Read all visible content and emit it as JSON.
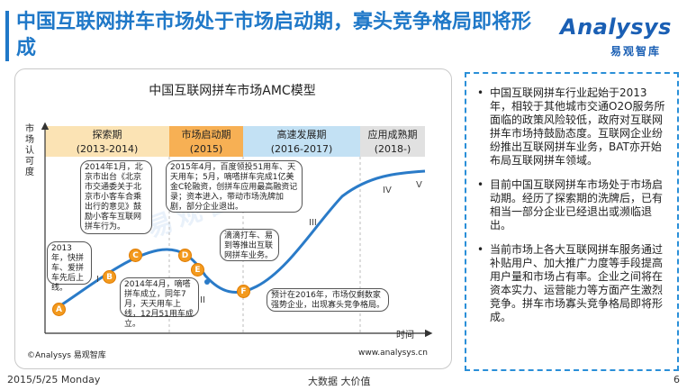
{
  "title": "中国互联网拼车市场处于市场启动期，寡头竞争格局即将形成",
  "logo": {
    "mark": "Analysys",
    "sub": "易观智库"
  },
  "chart": {
    "title": "中国互联网拼车市场AMC模型",
    "y_axis_label": "市场认可度",
    "x_axis_label": "时间",
    "watermark": "易观智库",
    "copyright": "©Analysys 易观智库",
    "website": "www.analysys.cn",
    "stages": [
      {
        "name": "探索期",
        "period": "(2013-2014)",
        "color": "#fbe3b4"
      },
      {
        "name": "市场启动期",
        "period": "(2015)",
        "color": "#f7b054"
      },
      {
        "name": "高速发展期",
        "period": "(2016-2017)",
        "color": "#c3e1f4"
      },
      {
        "name": "应用成熟期",
        "period": "(2018-)",
        "color": "#e1e1e1"
      }
    ],
    "roman_labels": [
      "I",
      "II",
      "III",
      "IV",
      "V"
    ],
    "markers": [
      "A",
      "B",
      "C",
      "D",
      "E",
      "F"
    ],
    "annotations": {
      "a": "2013年，快拼车、爱拼车先后上线。",
      "b": "2014年1月，北京市出台《北京市交通委关于北京市小客车合乘出行的意见》鼓励小客车互联网拼车行为。",
      "c": "2014年4月，嘀嗒拼车成立，同年7月，天天用车上线，12月51用车成立。",
      "d": "2015年4月，百度领投51用车、天天用车；5月，嘀嗒拼车完成1亿美金C轮融资，创拼车应用最高融资记录；资本进入，带动市场洗牌加剧，部分企业退出。",
      "e": "滴滴打车、易到等推出互联网拼车业务。",
      "f": "预计在2016年，市场仅剩数家强势企业，出现寡头竞争格局。"
    },
    "colors": {
      "curve": "#2a7bc8",
      "marker": "#f39a1e"
    }
  },
  "bullets": [
    "中国互联网拼车行业起始于2013年，相较于其他城市交通O2O服务所面临的政策风险较低，政府对互联网拼车市场持鼓励态度。互联网企业纷纷推出互联网拼车业务，BAT亦开始布局互联网拼车领域。",
    "目前中国互联网拼车市场处于市场启动期。经历了探索期的洗牌后，已有相当一部分企业已经退出或濒临退出。",
    "当前市场上各大互联网拼车服务通过补贴用户、加大推广力度等手段提高用户量和市场占有率。企业之间将在资本实力、运营能力等方面产生激烈竞争。拼车市场寡头竞争格局即将形成。"
  ],
  "footer": {
    "date": "2015/5/25 Monday",
    "slogan": "大数据   大价值",
    "page": "6"
  }
}
